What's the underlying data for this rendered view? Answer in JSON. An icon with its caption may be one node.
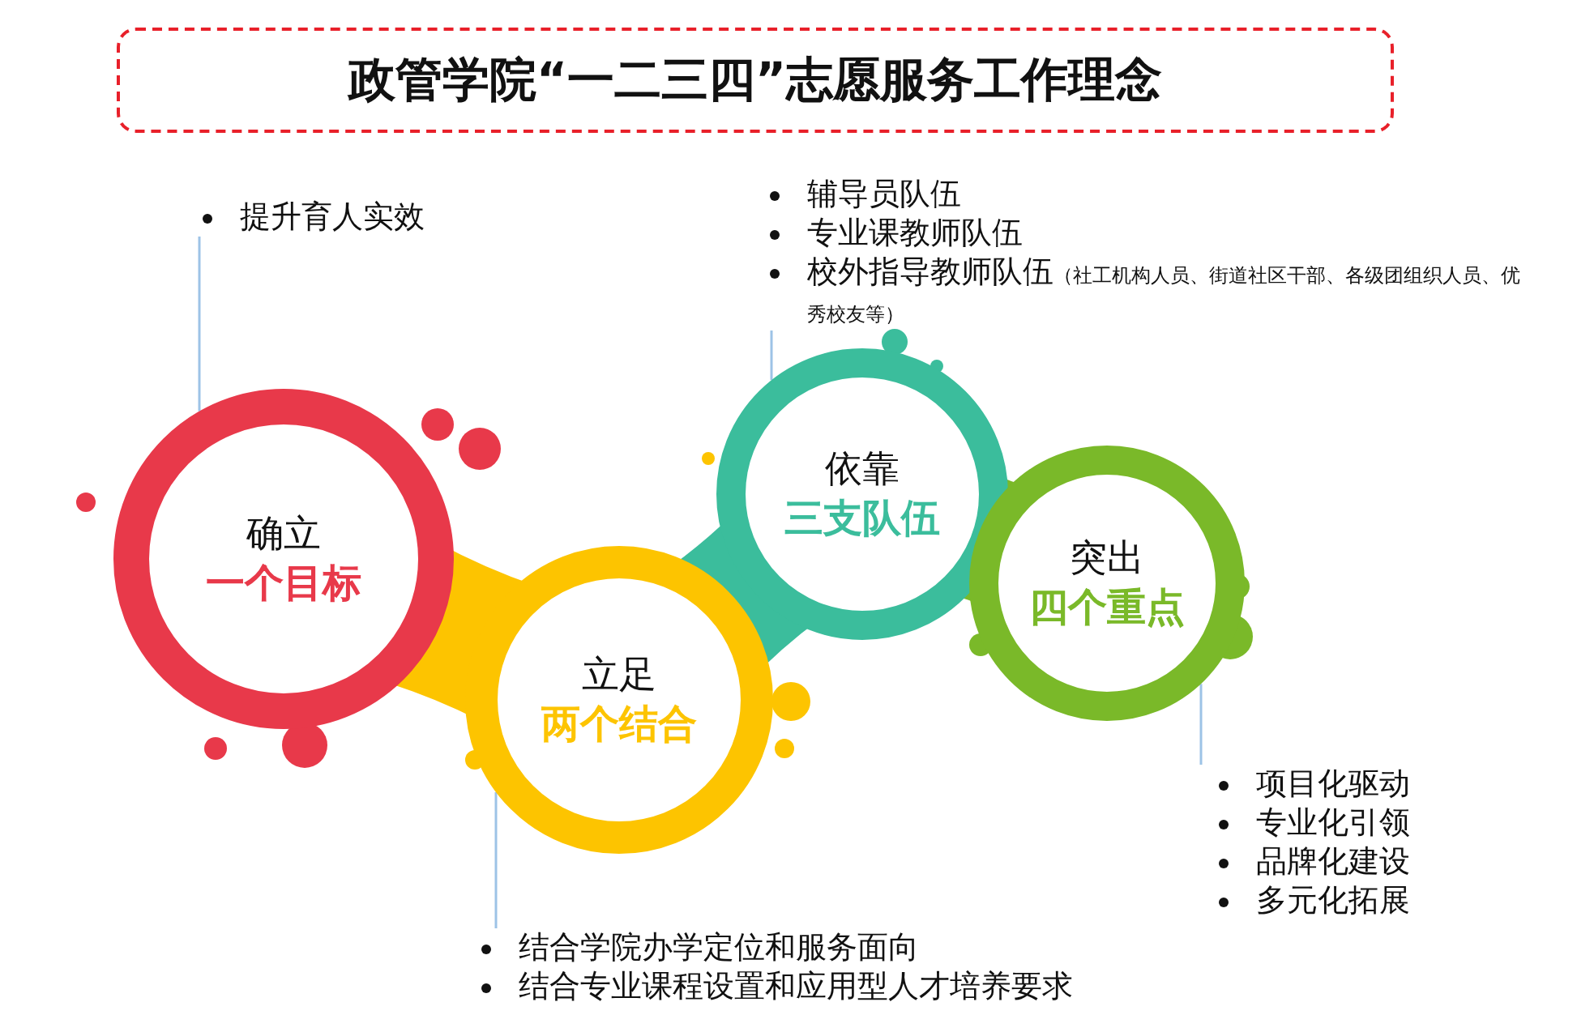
{
  "diagram": {
    "title": "政管学院“一二三四”志愿服务工作理念",
    "nodes": [
      {
        "text": [
          "提升育人实效"
        ]
      },
      {
        "text": [
          "确立",
          "一个目标"
        ]
      },
      {
        "text": [
          "立足",
          "两个结合"
        ]
      },
      {
        "text": [
          "结合学院办学定位和服务面向",
          "结合专业课程设置和应用型人才培养要求"
        ]
      },
      {
        "text": [
          "辅导员队伍",
          "专业课教师队伍",
          "校外指导教师队伍",
          "（社工机构人员、街道社区干部、各级团组织人员、优秀校友等）"
        ]
      },
      {
        "text": [
          "依靠",
          "三支队伍"
        ]
      },
      {
        "text": [
          "突出",
          "四个重点"
        ]
      },
      {
        "text": [
          "项目化驱动",
          "专业化引领",
          "品牌化建设",
          "多元化拓展"
        ]
      }
    ],
    "edges": [
      {
        "from": 0,
        "to": 1,
        "arrow": "none"
      },
      {
        "from": 3,
        "to": 2,
        "arrow": "none"
      },
      {
        "from": 4,
        "to": 5,
        "arrow": "none"
      },
      {
        "from": 7,
        "to": 6,
        "arrow": "none"
      }
    ]
  }
}
